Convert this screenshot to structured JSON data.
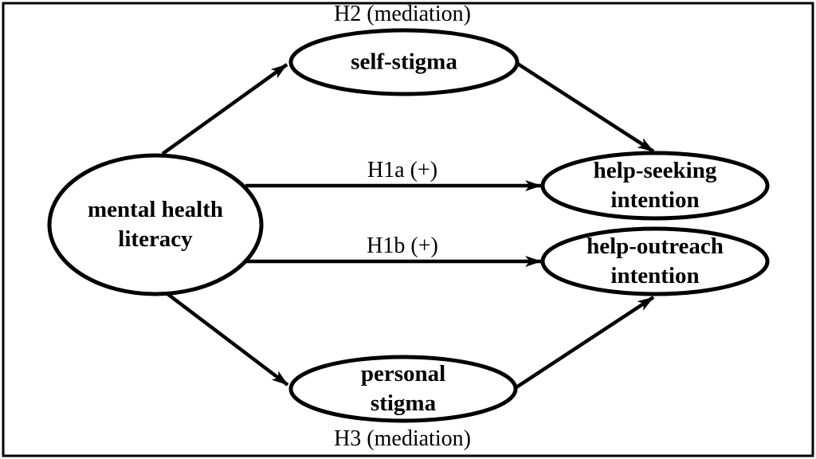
{
  "diagram": {
    "type": "path-model",
    "colors": {
      "line": "#000000",
      "background": "#ffffff",
      "text": "#000000"
    },
    "nodes": {
      "mental_health_literacy": {
        "label": "mental health literacy",
        "line1": "mental health",
        "line2": "literacy"
      },
      "self_stigma": {
        "label": "self-stigma",
        "line1": "self-stigma"
      },
      "help_seeking_intention": {
        "label": "help-seeking intention",
        "line1": "help-seeking",
        "line2": "intention"
      },
      "help_outreach_intention": {
        "label": "help-outreach intention",
        "line1": "help-outreach",
        "line2": "intention"
      },
      "personal_stigma": {
        "label": "personal stigma",
        "line1": "personal",
        "line2": "stigma"
      }
    },
    "edge_labels": {
      "h2": "H2 (mediation)",
      "h1a": "H1a (+)",
      "h1b": "H1b (+)",
      "h3": "H3 (mediation)"
    },
    "edges": [
      {
        "from": "mental health literacy",
        "to": "self-stigma",
        "label": ""
      },
      {
        "from": "self-stigma",
        "to": "help-seeking intention",
        "label": ""
      },
      {
        "from": "mental health literacy",
        "to": "help-seeking intention",
        "label": "H1a (+)"
      },
      {
        "from": "mental health literacy",
        "to": "help-outreach intention",
        "label": "H1b (+)"
      },
      {
        "from": "mental health literacy",
        "to": "personal stigma",
        "label": ""
      },
      {
        "from": "personal stigma",
        "to": "help-outreach intention",
        "label": "H3 (mediation)"
      },
      {
        "mediation_top": "H2 (mediation)",
        "mediation_bottom": "H3 (mediation)"
      }
    ]
  }
}
